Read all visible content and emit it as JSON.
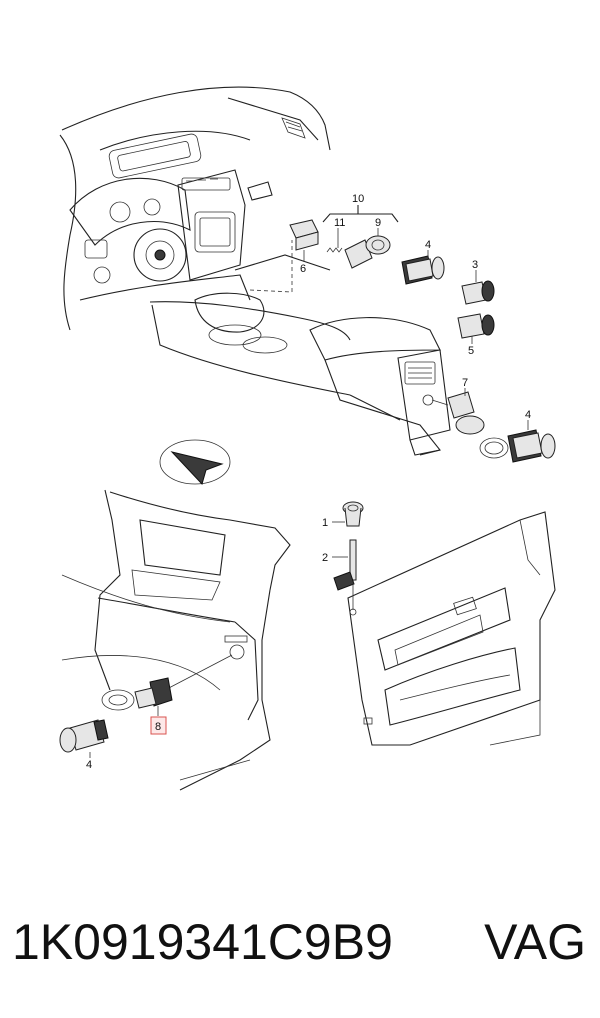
{
  "diagram": {
    "top_labels": {
      "l10": "10",
      "l11": "11",
      "l9": "9",
      "l6": "6",
      "l4a": "4",
      "l3": "3",
      "l5": "5",
      "l7": "7",
      "l4b": "4"
    },
    "bottom_left_labels": {
      "l8": "8",
      "l4c": "4"
    },
    "door_labels": {
      "l1": "1",
      "l2": "2"
    }
  },
  "caption": {
    "part_number": "1K0919341C9B9",
    "brand": "VAG"
  },
  "colors": {
    "highlight_border": "#d9534f",
    "line": "#222222"
  }
}
